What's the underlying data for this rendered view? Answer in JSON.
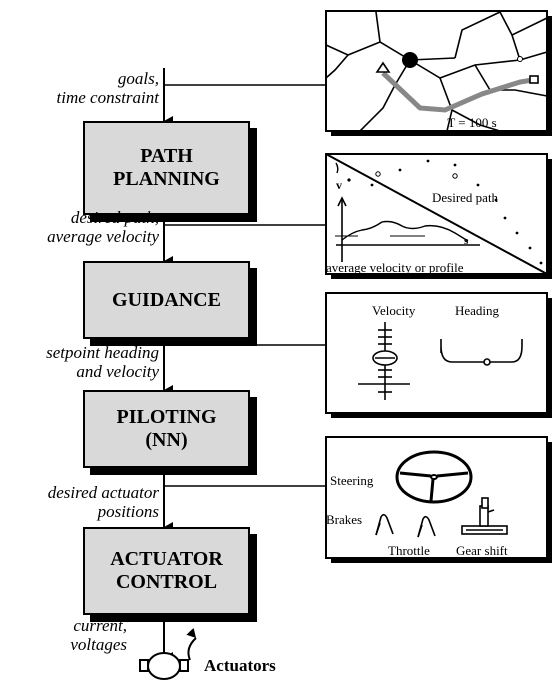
{
  "blocks": {
    "path_planning": {
      "line1": "PATH",
      "line2": "PLANNING"
    },
    "guidance": {
      "label": "GUIDANCE"
    },
    "piloting": {
      "line1": "PILOTING",
      "line2": "(NN)"
    },
    "actuator_control": {
      "line1": "ACTUATOR",
      "line2": "CONTROL"
    }
  },
  "signals": {
    "goals": {
      "line1": "goals,",
      "line2": "time constraint"
    },
    "desired_path": {
      "line1": "desired path,",
      "line2": "average velocity"
    },
    "setpoint": {
      "line1": "setpoint heading",
      "line2": "and velocity"
    },
    "actuator_positions": {
      "line1": "desired actuator",
      "line2": "positions"
    },
    "current": {
      "line1": "current,",
      "line2": "voltages"
    }
  },
  "actuators_label": "Actuators",
  "panels": {
    "map": {
      "time_label": "T = 100 s"
    },
    "path": {
      "desired_label": "Desired path",
      "v_axis": "v",
      "s_axis": "s",
      "profile_label": "average velocity or profile"
    },
    "setpoint": {
      "velocity_label": "Velocity",
      "heading_label": "Heading"
    },
    "controls": {
      "steering": "Steering",
      "brakes": "Brakes",
      "throttle": "Throttle",
      "gear_shift": "Gear shift"
    }
  }
}
